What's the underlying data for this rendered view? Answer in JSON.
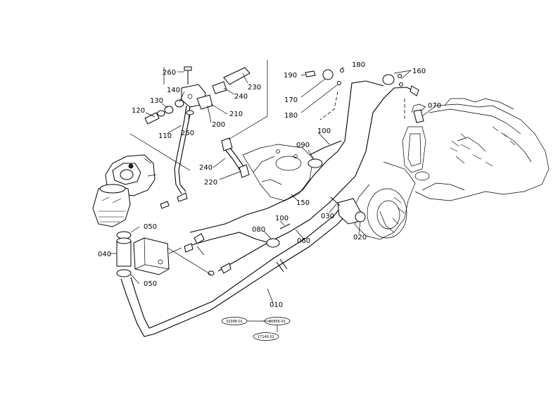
{
  "labels": {
    "p260": "260",
    "p140": "140",
    "p130": "130",
    "p120": "120",
    "p110": "110",
    "p250": "250",
    "p200": "200",
    "p210": "210",
    "p240a": "240",
    "p230": "230",
    "p190": "190",
    "p170": "170",
    "p180a": "180",
    "p180b": "180",
    "p160": "160",
    "p070": "070",
    "p090": "090",
    "p100a": "100",
    "p240b": "240",
    "p220": "220",
    "p150": "150",
    "p030": "030",
    "p020": "020",
    "p080": "080",
    "p100b": "100",
    "p060": "060",
    "p050a": "050",
    "p040": "040",
    "p050b": "050",
    "p010": "010"
  },
  "references": {
    "ref1": "32098-01",
    "ref2": "10856-01",
    "ref3": "17140-01"
  }
}
